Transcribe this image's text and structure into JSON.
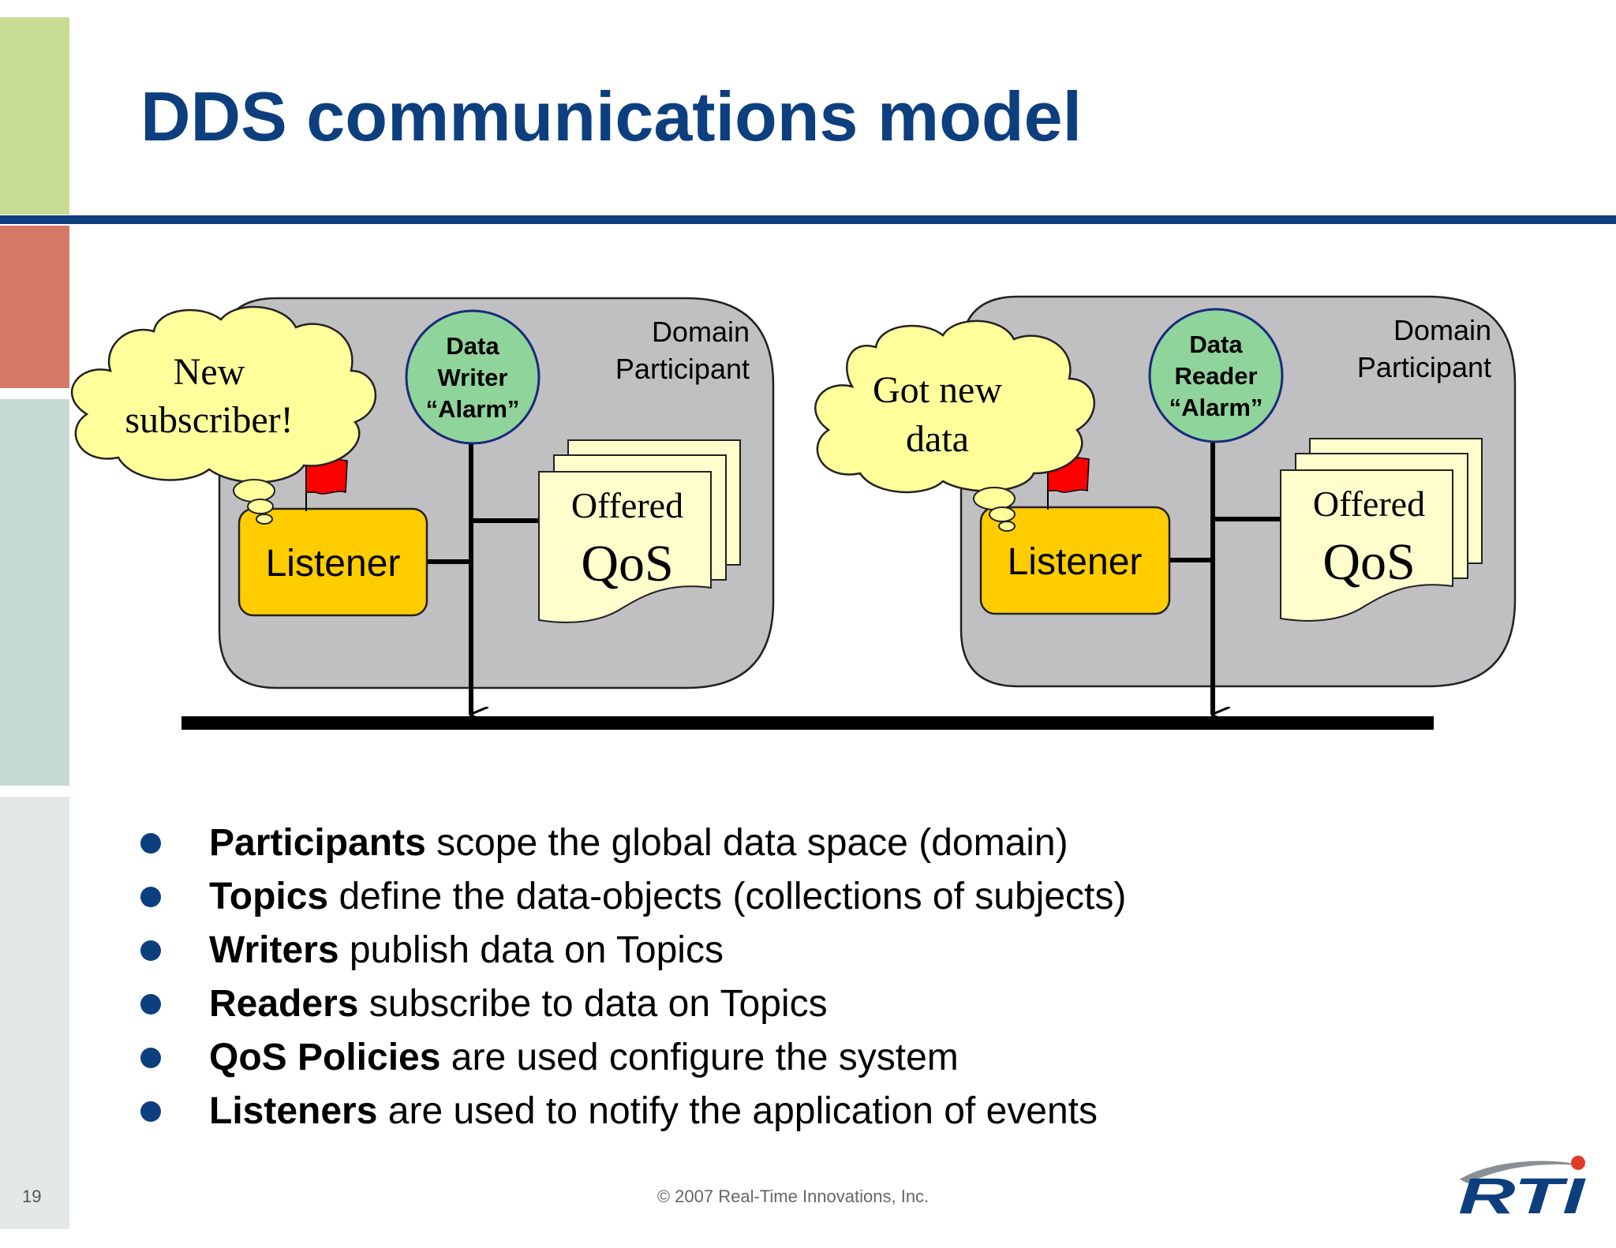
{
  "slide": {
    "title": "DDS communications model",
    "page_number": "19",
    "copyright": "© 2007 Real-Time Innovations, Inc.",
    "logo_text": "RTI"
  },
  "colors": {
    "title_blue": "#0d3f7f",
    "strip_green": "#c9dc94",
    "strip_red": "#d57865",
    "strip_teal": "#c8dad6",
    "strip_pale": "#e2e9e8",
    "participant_gray": "#c0bfc2",
    "entity_green": "#8fd49a",
    "listener_yellow": "#ffcc00",
    "qos_paper": "#fffdcc",
    "cloud_yellow": "#ffff9c",
    "flag_red": "#ff0000"
  },
  "diagram": {
    "left": {
      "participant_line1": "Domain",
      "participant_line2": "Participant",
      "entity_line1": "Data",
      "entity_line2": "Writer",
      "entity_line3": "“Alarm”",
      "qos_line1": "Offered",
      "qos_line2": "QoS",
      "listener": "Listener",
      "cloud_line1": "New",
      "cloud_line2": "subscriber!"
    },
    "right": {
      "participant_line1": "Domain",
      "participant_line2": "Participant",
      "entity_line1": "Data",
      "entity_line2": "Reader",
      "entity_line3": "“Alarm”",
      "qos_line1": "Offered",
      "qos_line2": "QoS",
      "listener": "Listener",
      "cloud_line1": "Got new",
      "cloud_line2": "data"
    }
  },
  "bullets": [
    {
      "bold": "Participants",
      "text": " scope the global data space (domain)"
    },
    {
      "bold": "Topics",
      "text": " define the data-objects (collections of subjects)"
    },
    {
      "bold": "Writers",
      "text": " publish data on Topics"
    },
    {
      "bold": "Readers",
      "text": " subscribe to data on Topics"
    },
    {
      "bold": "QoS Policies",
      "text": " are used configure the system"
    },
    {
      "bold": "Listeners",
      "text": " are used to notify the application of events"
    }
  ]
}
